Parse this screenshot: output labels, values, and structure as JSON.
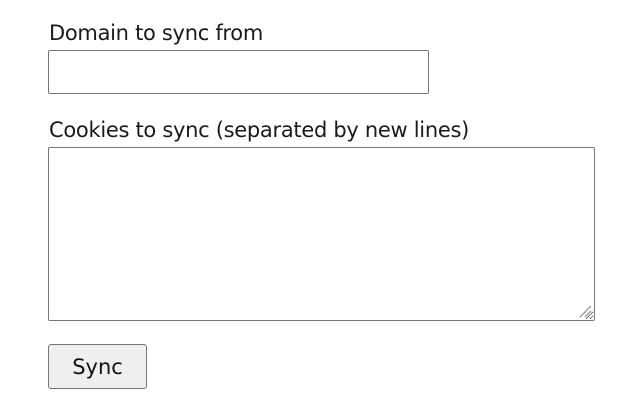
{
  "form": {
    "domain": {
      "label": "Domain to sync from",
      "value": "",
      "placeholder": ""
    },
    "cookies": {
      "label": "Cookies to sync (separated by new lines)",
      "value": "",
      "placeholder": ""
    },
    "sync_button": {
      "label": "Sync"
    }
  },
  "icons": {
    "resize_grip": "resize-grip-icon"
  },
  "colors": {
    "background": "#ffffff",
    "border": "#767676",
    "button_bg": "#efefef",
    "text": "#1a1a1a"
  }
}
